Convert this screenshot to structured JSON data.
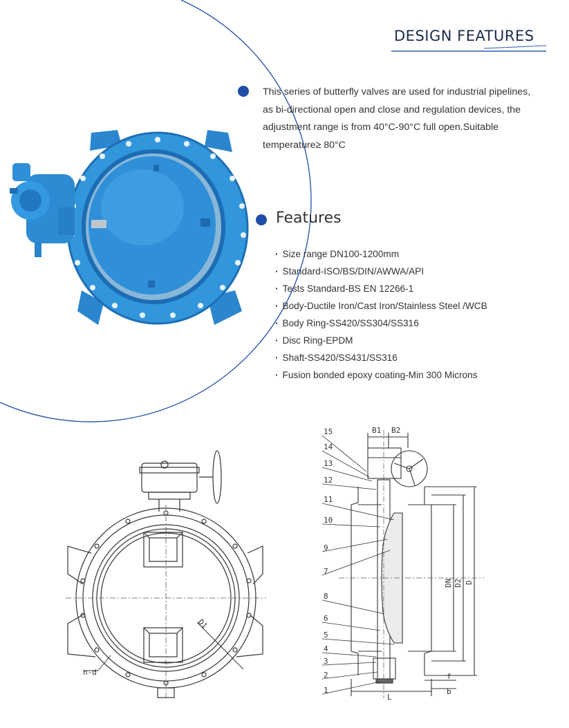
{
  "header": {
    "title": "DESIGN FEATURES"
  },
  "intro": {
    "text": "This series of butterfly valves are used for industrial pipelines, as bi-directional open and close and regulation devices, the adjustment range is from 40°C-90°C full open.Suitable temperature≥ 80°C"
  },
  "features": {
    "heading": "Features",
    "items": [
      "Size range DN100-1200mm",
      "Standard-ISO/BS/DIN/AWWA/API",
      "Tests Standard-BS EN 12266-1",
      "Body-Ductile Iron/Cast Iron/Stainless Steel /WCB",
      "Body Ring-SS420/SS304/SS316",
      "Disc Ring-EPDM",
      "Shaft-SS420/SS431/SS316",
      "Fusion bonded epoxy coating-Min 300 Microns"
    ]
  },
  "colors": {
    "accent": "#1f4ea8",
    "valve": "#2b8fd6",
    "line": "#333333"
  },
  "drawing_front": {
    "labels": {
      "d1": "D1",
      "nd": "n-d"
    }
  },
  "drawing_section": {
    "parts": [
      "15",
      "14",
      "13",
      "12",
      "11",
      "10",
      "9",
      "7",
      "8",
      "6",
      "5",
      "4",
      "3",
      "2",
      "1"
    ],
    "dims": {
      "b1": "B1",
      "b2": "B2",
      "dn": "DN",
      "d2": "D2",
      "d": "D",
      "l": "L",
      "f": "f",
      "b": "b"
    }
  }
}
